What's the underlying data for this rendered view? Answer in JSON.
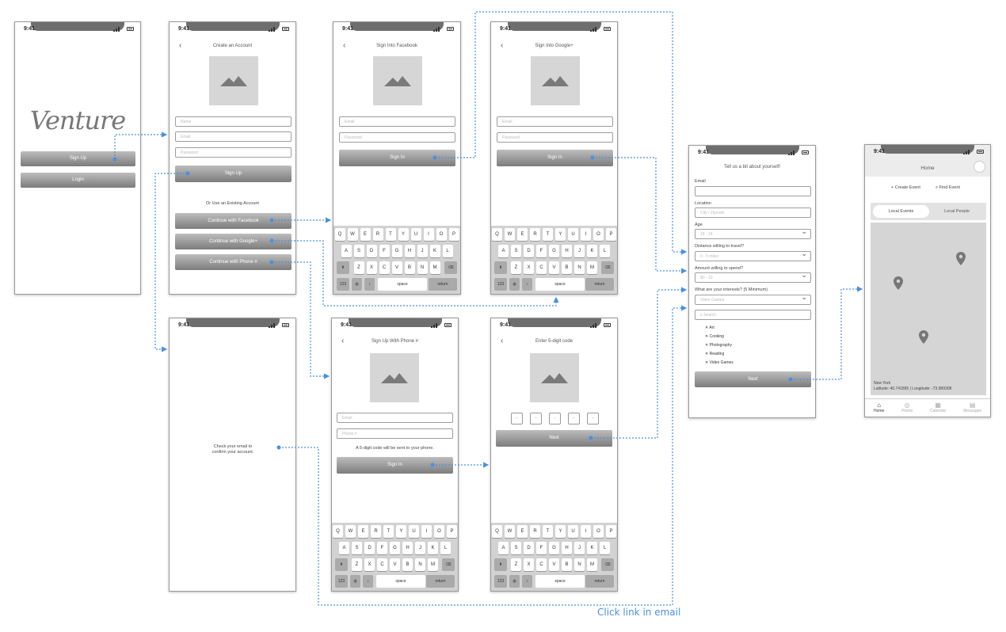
{
  "status": {
    "time": "9:41"
  },
  "welcome": {
    "logo": "Venture",
    "signup": "Sign Up",
    "login": "Login"
  },
  "create": {
    "title": "Create an Account",
    "name_ph": "Name",
    "email_ph": "Email",
    "password_ph": "Password",
    "signup": "Sign Up",
    "or_text": "Or Use an Existing Account",
    "facebook": "Continue with Facebook",
    "google": "Continue with Google+",
    "phone": "Continue with Phone #"
  },
  "facebook": {
    "title": "Sign Into Facebook",
    "email_ph": "Email",
    "password_ph": "Password",
    "signin": "Sign In"
  },
  "google": {
    "title": "Sign Into Google+",
    "email_ph": "Email",
    "password_ph": "Password",
    "signin": "Sign In"
  },
  "keyboard": {
    "row1": [
      "Q",
      "W",
      "E",
      "R",
      "T",
      "Y",
      "U",
      "I",
      "O",
      "P"
    ],
    "row2": [
      "A",
      "S",
      "D",
      "F",
      "G",
      "H",
      "J",
      "K",
      "L"
    ],
    "row3": [
      "Z",
      "X",
      "C",
      "V",
      "B",
      "N",
      "M"
    ],
    "num": "123",
    "space": "space",
    "return": "return"
  },
  "check_email": {
    "line1": "Check your email to",
    "line2": "confirm your account."
  },
  "phone_signup": {
    "title": "Sign Up With Phone #",
    "email_ph": "Email",
    "phone_ph": "Phone #",
    "note": "A 5-digit code will be sent to your phone.",
    "signin": "Sign In"
  },
  "code": {
    "title": "Enter 5-digit code",
    "digits": [
      "-",
      "-",
      "-",
      "-",
      "-"
    ],
    "next": "Next"
  },
  "profile": {
    "title": "Tell us a bit about yourself!",
    "email_label": "Email",
    "location_label": "Location",
    "location_ph": "City / Zipcode",
    "age_label": "Age",
    "age_value": "18 - 24",
    "distance_label": "Distance willing to travel?",
    "distance_value": "0 - 5 miles",
    "amount_label": "Amount willing to spend?",
    "amount_value": "$0 - 10",
    "interests_label": "What are your interests? (5 Minimum)",
    "interests_value": "Video Games",
    "search_ph": "Search",
    "interests": [
      "Art",
      "Cooking",
      "Photography",
      "Reading",
      "Video Games"
    ],
    "next": "Next"
  },
  "home": {
    "title": "Home",
    "create_event": "Create Event",
    "find_event": "Find Event",
    "tab_events": "Local Events",
    "tab_people": "Local People",
    "city": "New York",
    "coords": "Latitude: 40.741895 | Longitude: -73.989308",
    "nav": [
      "Home",
      "Points",
      "Calendar",
      "Messages"
    ]
  },
  "annotation": {
    "click_link": "Click link in email"
  },
  "colors": {
    "flow_line": "#4a90e2",
    "button": "#8a8a8a"
  }
}
